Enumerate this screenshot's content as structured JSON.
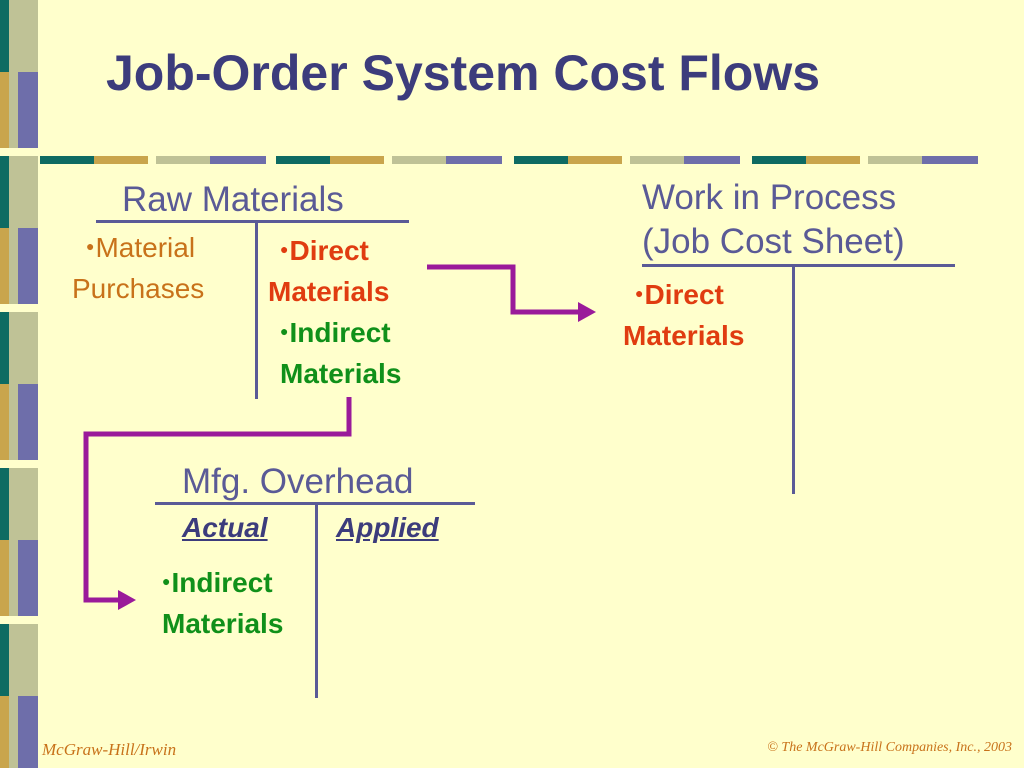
{
  "slide": {
    "title": "Job-Order System Cost Flows"
  },
  "raw_materials": {
    "heading": "Raw Materials",
    "debit": {
      "line1": "Material",
      "line2": "Purchases"
    },
    "credits": [
      {
        "line1": "Direct",
        "line2": "Materials"
      },
      {
        "line1": "Indirect",
        "line2": "Materials"
      }
    ]
  },
  "work_in_process": {
    "heading_line1": "Work in Process",
    "heading_line2": "(Job Cost Sheet)",
    "debit": {
      "line1": "Direct",
      "line2": "Materials"
    }
  },
  "mfg_overhead": {
    "heading": "Mfg. Overhead",
    "col_actual": "Actual",
    "col_applied": "Applied",
    "debit": {
      "line1": "Indirect",
      "line2": "Materials"
    }
  },
  "footer": {
    "left": "McGraw-Hill/Irwin",
    "right": "© The McGraw-Hill Companies, Inc., 2003"
  },
  "colors": {
    "background": "#FFFFCC",
    "title": "#3C3C7C",
    "heading": "#5A5A96",
    "orange": "#C8721A",
    "red": "#E03C10",
    "green": "#10901A",
    "arrow": "#9A1A9A",
    "teal": "#0E6B62",
    "gold": "#C9A54C",
    "sage": "#BFC296",
    "purple": "#6E6EAA"
  }
}
